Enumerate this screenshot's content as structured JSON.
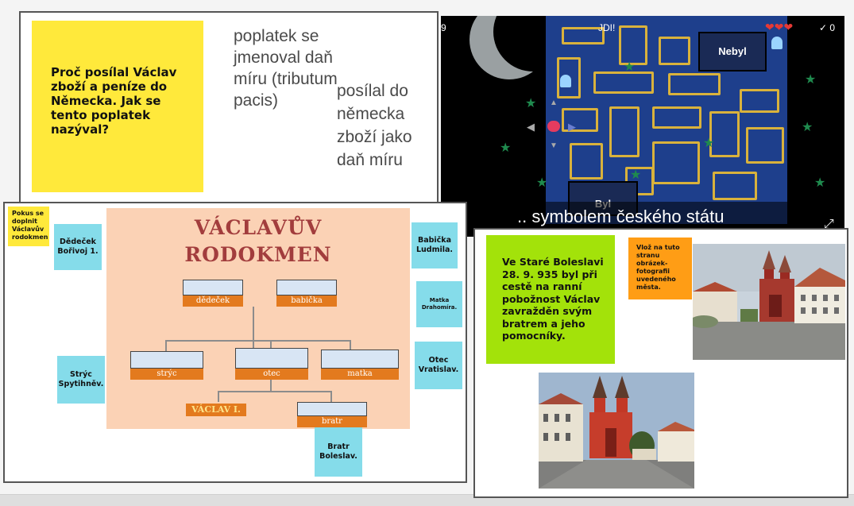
{
  "panel1": {
    "question": "Proč posílal Václav zboží a peníze  do Německa. Jak se tento poplatek nazýval?",
    "answer1": "poplatek se jmenoval daň míru (tributum pacis)",
    "answer2": "posílal do německa zboží jako daň míru"
  },
  "game": {
    "counter_left": "9",
    "label_go": "JDI!",
    "score": "✓ 0",
    "hearts": "❤❤❤",
    "answer_top": "Nebyl",
    "answer_bottom": "Byl",
    "caption": ".. symbolem českého státu",
    "expand_icon": "⤢"
  },
  "panel2": {
    "note": "Pokus se doplnit Václavův rodokmen",
    "chart_title_line1": "VÁCLAVŮV",
    "chart_title_line2": "RODOKMEN",
    "labels": {
      "dedecek": "dědeček",
      "babicka": "babička",
      "stryc": "strýc",
      "otec": "otec",
      "matka": "matka",
      "vaclav": "VÁCLAV  I.",
      "bratr": "bratr"
    },
    "cards": {
      "dedecek": "Dědeček Bořivoj 1.",
      "babicka": "Babička Ludmila.",
      "matka": "Matka Drahomíra.",
      "otec": "Otec Vratislav.",
      "stryc": "Strýc Spytihněv.",
      "bratr": "Bratr Boleslav."
    }
  },
  "panel3": {
    "green_note": "Ve Staré Boleslavi 28. 9. 935 byl při cestě na ranní pobožnost Václav zavražděn svým bratrem a jeho pomocníky.",
    "orange_note": "Vlož na tuto stranu obrázek- fotografii uvedeného města."
  },
  "colors": {
    "yellow": "#ffe93b",
    "green": "#a3e20a",
    "orange": "#ff9d15",
    "blue_card": "#85dcea",
    "peach": "#fbd2b5",
    "title_red": "#a23d3d"
  }
}
